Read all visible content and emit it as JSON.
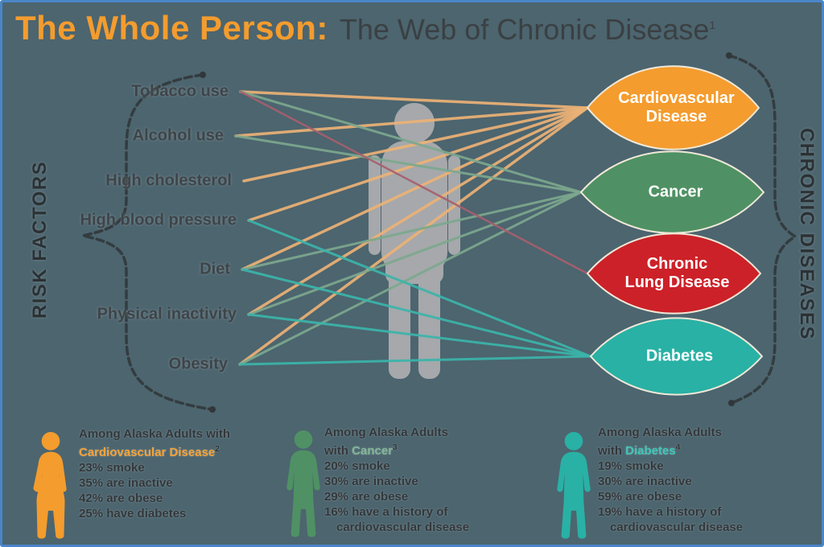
{
  "title": {
    "main": "The Whole Person:",
    "sub": "The Web of Chronic Disease",
    "sup": "1"
  },
  "left_axis_label": "RISK FACTORS",
  "right_axis_label": "CHRONIC DISEASES",
  "risk_factors": [
    "Tobacco use",
    "Alcohol use",
    "High cholesterol",
    "High blood pressure",
    "Diet",
    "Physical inactivity",
    "Obesity"
  ],
  "diseases": [
    {
      "id": "cvd",
      "label": "Cardiovascular\nDisease",
      "color": "#f49c2e"
    },
    {
      "id": "cancer",
      "label": "Cancer",
      "color": "#4f9164"
    },
    {
      "id": "lung",
      "label": "Chronic\nLung Disease",
      "color": "#cc2128"
    },
    {
      "id": "diabetes",
      "label": "Diabetes",
      "color": "#29b1a5"
    }
  ],
  "connections": [
    {
      "disease": "cvd",
      "factors": [
        0,
        1,
        2,
        3,
        4,
        5,
        6
      ],
      "line_color": "#ecb276"
    },
    {
      "disease": "cancer",
      "factors": [
        0,
        1,
        4,
        5,
        6
      ],
      "line_color": "#7ca88e"
    },
    {
      "disease": "lung",
      "factors": [
        0
      ],
      "line_color": "#a85f6e"
    },
    {
      "disease": "diabetes",
      "factors": [
        3,
        4,
        5,
        6
      ],
      "line_color": "#3bb5aa"
    }
  ],
  "stat_blocks": [
    {
      "figure": "female",
      "figure_color": "#f49c2e",
      "intro": "Among Alaska Adults with",
      "disease_prefix": "",
      "disease": "Cardiovascular Disease",
      "sup": "2",
      "disease_color": "#f5a339",
      "stats": [
        {
          "t": "23% smoke"
        },
        {
          "t": "35% are inactive"
        },
        {
          "t": "42% are obese"
        },
        {
          "t": "25% have diabetes"
        }
      ]
    },
    {
      "figure": "male",
      "figure_color": "#4f9164",
      "intro": "Among Alaska Adults",
      "disease_prefix": "with ",
      "disease": "Cancer",
      "sup": "3",
      "disease_color": "#83b797",
      "stats": [
        {
          "t": "20% smoke"
        },
        {
          "t": "30% are inactive"
        },
        {
          "t": "29% are obese"
        },
        {
          "t": "16% have a history of"
        },
        {
          "t": "cardiovascular disease",
          "indent": true
        }
      ]
    },
    {
      "figure": "male",
      "figure_color": "#29b1a5",
      "intro": "Among Alaska Adults",
      "disease_prefix": "with ",
      "disease": "Diabetes",
      "sup": "4",
      "disease_color": "#3fc6ba",
      "stats": [
        {
          "t": "19% smoke"
        },
        {
          "t": "30% are inactive"
        },
        {
          "t": "59% are obese"
        },
        {
          "t": "19% have a history of"
        },
        {
          "t": "cardiovascular disease",
          "indent": true
        }
      ]
    }
  ],
  "colors": {
    "background": "#4c656f",
    "frame_border": "#4a86c8",
    "title_accent": "#f49c2e",
    "title_text": "#3b4043",
    "silhouette": "#a6a8ab",
    "brace": "#31373a"
  }
}
